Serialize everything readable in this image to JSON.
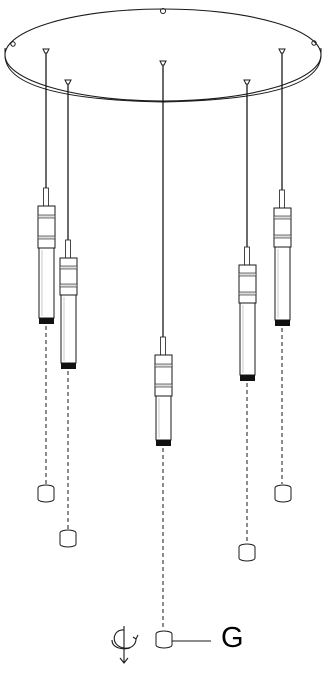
{
  "callout": {
    "label": "G"
  },
  "icons": {
    "rotate": "rotate-icon",
    "fixture": "pendant-fixture-icon",
    "cap": "end-cap-icon"
  },
  "pendants": [
    {
      "id": "p1"
    },
    {
      "id": "p2"
    },
    {
      "id": "p3"
    },
    {
      "id": "p4"
    },
    {
      "id": "p5"
    }
  ],
  "colors": {
    "line": "#1a1a1a",
    "fill": "#ffffff",
    "shade": "#e6e6e6",
    "dark": "#111111"
  }
}
